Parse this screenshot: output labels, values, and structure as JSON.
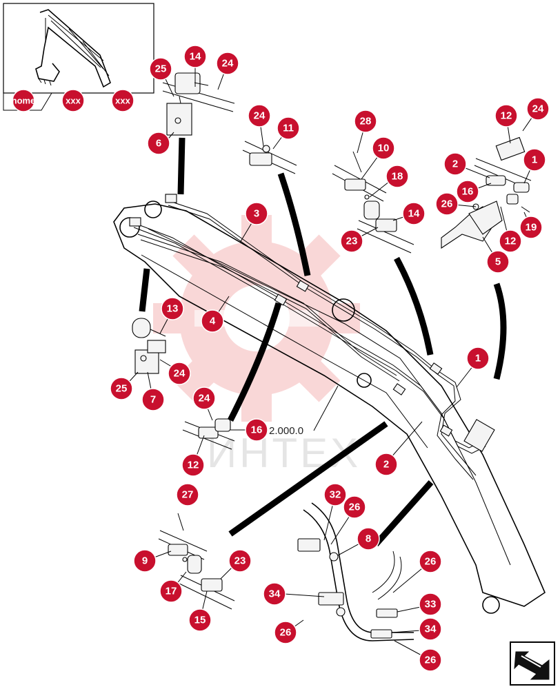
{
  "nav": {
    "home_label": "home",
    "prev_label": "xxx",
    "next_label": "xxx"
  },
  "reference_text": "2.000.0",
  "watermark_text": "ИНТЕХ",
  "colors": {
    "callout": "#c8102e",
    "watermark": "#f5b8b8",
    "line": "#000000"
  },
  "callouts": {
    "c1": "1",
    "c2": "2",
    "c3": "3",
    "c4": "4",
    "c5": "5",
    "c6": "6",
    "c7": "7",
    "c8": "8",
    "c9": "9",
    "c10": "10",
    "c11": "11",
    "c12": "12",
    "c13": "13",
    "c14": "14",
    "c15": "15",
    "c16": "16",
    "c17": "17",
    "c18": "18",
    "c19": "19",
    "c23": "23",
    "c24": "24",
    "c25": "25",
    "c26": "26",
    "c27": "27",
    "c28": "28",
    "c32": "32",
    "c33": "33",
    "c34": "34"
  },
  "icons": {
    "return": "return-arrow-icon"
  }
}
